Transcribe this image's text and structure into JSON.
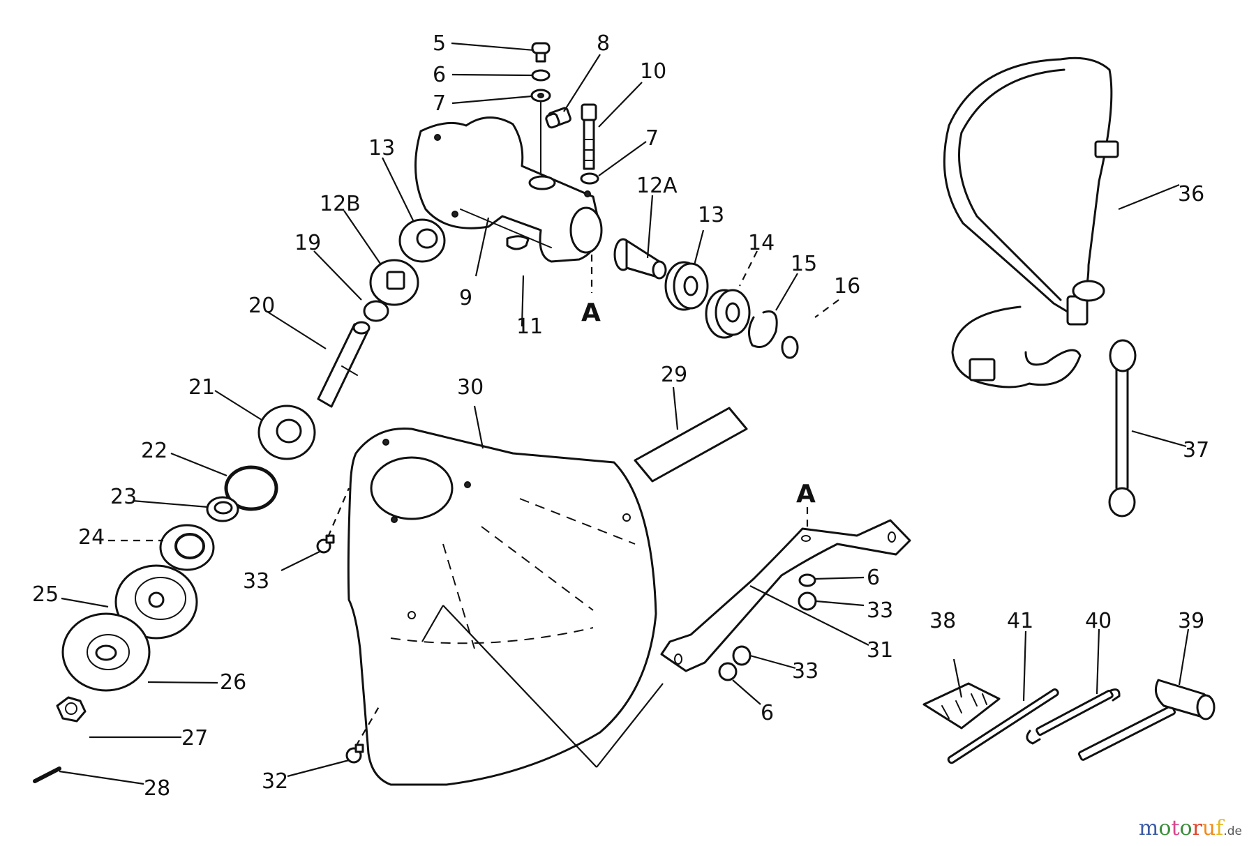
{
  "diagram": {
    "title": "Brush cutter gear head, blade guard, shoulder harness and tool kit — exploded parts view",
    "reference_marks": [
      {
        "id": "ref-a-upper",
        "label": "A"
      },
      {
        "id": "ref-a-lower",
        "label": "A"
      }
    ],
    "callouts": [
      {
        "id": "c5",
        "label": "5",
        "part": "screw"
      },
      {
        "id": "c6a",
        "label": "6",
        "part": "spring washer"
      },
      {
        "id": "c7a",
        "label": "7",
        "part": "plain washer"
      },
      {
        "id": "c8",
        "label": "8",
        "part": "plug bolt"
      },
      {
        "id": "c10",
        "label": "10",
        "part": "bolt"
      },
      {
        "id": "c7b",
        "label": "7",
        "part": "plain washer"
      },
      {
        "id": "c9",
        "label": "9",
        "part": "gear case"
      },
      {
        "id": "c11",
        "label": "11",
        "part": "clip"
      },
      {
        "id": "c13a",
        "label": "13",
        "part": "ball bearing"
      },
      {
        "id": "c12b",
        "label": "12B",
        "part": "bevel gear"
      },
      {
        "id": "c19",
        "label": "19",
        "part": "spacer"
      },
      {
        "id": "c20",
        "label": "20",
        "part": "output shaft"
      },
      {
        "id": "c21",
        "label": "21",
        "part": "ball bearing"
      },
      {
        "id": "c22",
        "label": "22",
        "part": "circlip"
      },
      {
        "id": "c23",
        "label": "23",
        "part": "collar"
      },
      {
        "id": "c24",
        "label": "24",
        "part": "oil seal"
      },
      {
        "id": "c25",
        "label": "25",
        "part": "blade holder upper"
      },
      {
        "id": "c26",
        "label": "26",
        "part": "blade holder lower"
      },
      {
        "id": "c27",
        "label": "27",
        "part": "nut"
      },
      {
        "id": "c28",
        "label": "28",
        "part": "pin"
      },
      {
        "id": "c12a",
        "label": "12A",
        "part": "pinion gear"
      },
      {
        "id": "c13b",
        "label": "13",
        "part": "ball bearing"
      },
      {
        "id": "c14",
        "label": "14",
        "part": "ball bearing"
      },
      {
        "id": "c15",
        "label": "15",
        "part": "circlip"
      },
      {
        "id": "c16",
        "label": "16",
        "part": "o-ring"
      },
      {
        "id": "c29",
        "label": "29",
        "part": "pad"
      },
      {
        "id": "c30",
        "label": "30",
        "part": "blade guard"
      },
      {
        "id": "c33a",
        "label": "33",
        "part": "screw"
      },
      {
        "id": "c32",
        "label": "32",
        "part": "screw"
      },
      {
        "id": "c6b",
        "label": "6",
        "part": "spring washer"
      },
      {
        "id": "c33b",
        "label": "33",
        "part": "nut"
      },
      {
        "id": "c31",
        "label": "31",
        "part": "guard bracket"
      },
      {
        "id": "c33c",
        "label": "33",
        "part": "nut"
      },
      {
        "id": "c6c",
        "label": "6",
        "part": "spring washer"
      },
      {
        "id": "c36",
        "label": "36",
        "part": "shoulder harness"
      },
      {
        "id": "c37",
        "label": "37",
        "part": "hanger"
      },
      {
        "id": "c38",
        "label": "38",
        "part": "tool bag"
      },
      {
        "id": "c41",
        "label": "41",
        "part": "bar"
      },
      {
        "id": "c40",
        "label": "40",
        "part": "wrench"
      },
      {
        "id": "c39",
        "label": "39",
        "part": "box wrench"
      }
    ]
  },
  "watermark": {
    "letters": [
      {
        "ch": "m",
        "color": "#3b5ba5"
      },
      {
        "ch": "o",
        "color": "#3b8e3b"
      },
      {
        "ch": "t",
        "color": "#d9468c"
      },
      {
        "ch": "o",
        "color": "#3b8e3b"
      },
      {
        "ch": "r",
        "color": "#e0452b"
      },
      {
        "ch": "u",
        "color": "#f08a1c"
      },
      {
        "ch": "f",
        "color": "#e6b81e"
      }
    ],
    "suffix": ".de"
  }
}
